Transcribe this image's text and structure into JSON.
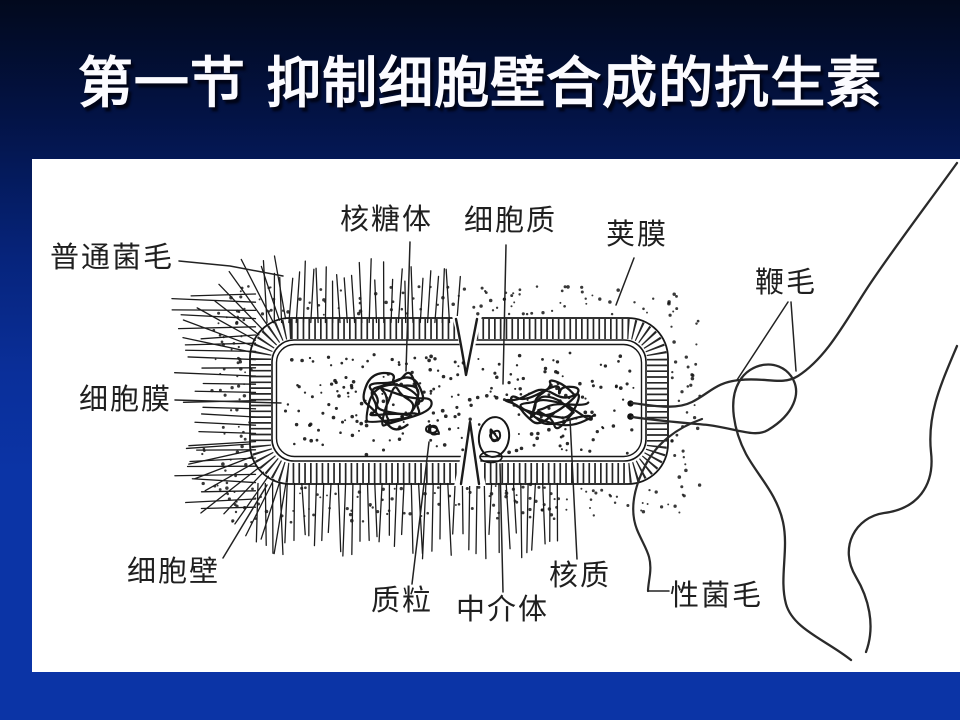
{
  "slide": {
    "title": "第一节 抑制细胞壁合成的抗生素"
  },
  "diagram": {
    "labels": {
      "common_pili": "普通菌毛",
      "ribosome": "核糖体",
      "cytoplasm": "细胞质",
      "capsule": "荚膜",
      "flagellum": "鞭毛",
      "cell_membrane": "细胞膜",
      "cell_wall": "细胞壁",
      "plasmid": "质粒",
      "mesosome": "中介体",
      "nucleoid": "核质",
      "sex_pili": "性菌毛"
    },
    "colors": {
      "ink": "#1c1c1c",
      "paper": "#ffffff"
    }
  },
  "background": {
    "top": "#02091d",
    "mid": "#0a2f9a",
    "bottom": "#0b34a6"
  }
}
